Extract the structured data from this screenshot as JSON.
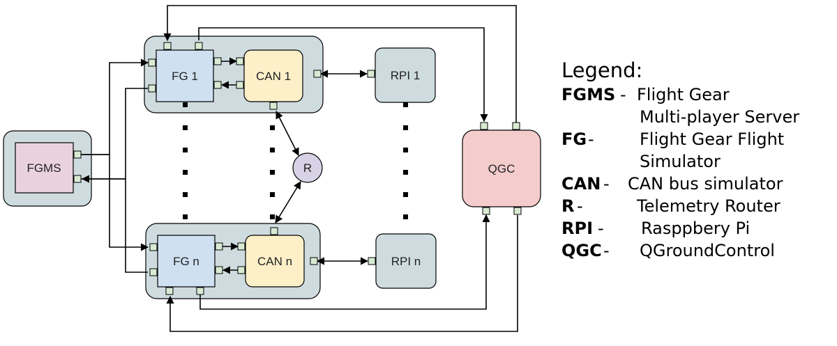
{
  "nodes": {
    "fgms": "FGMS",
    "fg1": "FG 1",
    "can1": "CAN 1",
    "rpi1": "RPI 1",
    "fgn": "FG n",
    "cann": "CAN n",
    "rpin": "RPI n",
    "router": "R",
    "qgc": "QGC"
  },
  "legend": {
    "title": "Legend:",
    "entries": [
      {
        "key": "FGMS",
        "sep": " -",
        "desc": "Flight Gear",
        "cont": "Multi-player Server"
      },
      {
        "key": "FG",
        "sep": " -",
        "desc": "Flight Gear Flight",
        "cont": "Simulator"
      },
      {
        "key": "CAN",
        "sep": " -",
        "desc": "CAN bus simulator"
      },
      {
        "key": "R",
        "sep": " -",
        "desc": "Telemetry Router"
      },
      {
        "key": "RPI",
        "sep": " -",
        "desc": "Rasppbery Pi"
      },
      {
        "key": "QGC",
        "sep": " -",
        "desc": "QGroundControl"
      }
    ]
  },
  "colors": {
    "group": "#cfdcdf",
    "fgms": "#ead2dd",
    "fg": "#cfe0f1",
    "can": "#fdf0c9",
    "rpi": "#cfdcdf",
    "router": "#d8d2e6",
    "qgc": "#f4cccc",
    "port": "#d9ead3",
    "line": "#000000"
  }
}
